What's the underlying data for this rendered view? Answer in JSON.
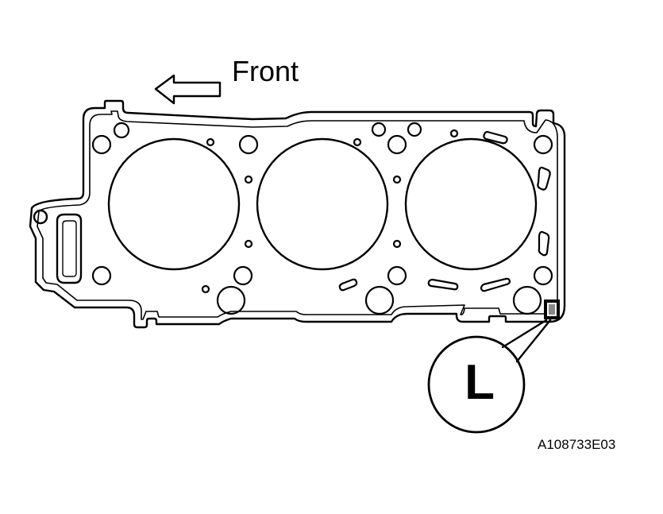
{
  "diagram": {
    "direction_label": "Front",
    "callout_letter": "L",
    "figure_code": "A108733E03"
  },
  "colors": {
    "line": "#000000",
    "background": "#ffffff"
  },
  "icons": {
    "direction": "left-arrow-icon",
    "marking": "identification-mark-icon"
  }
}
